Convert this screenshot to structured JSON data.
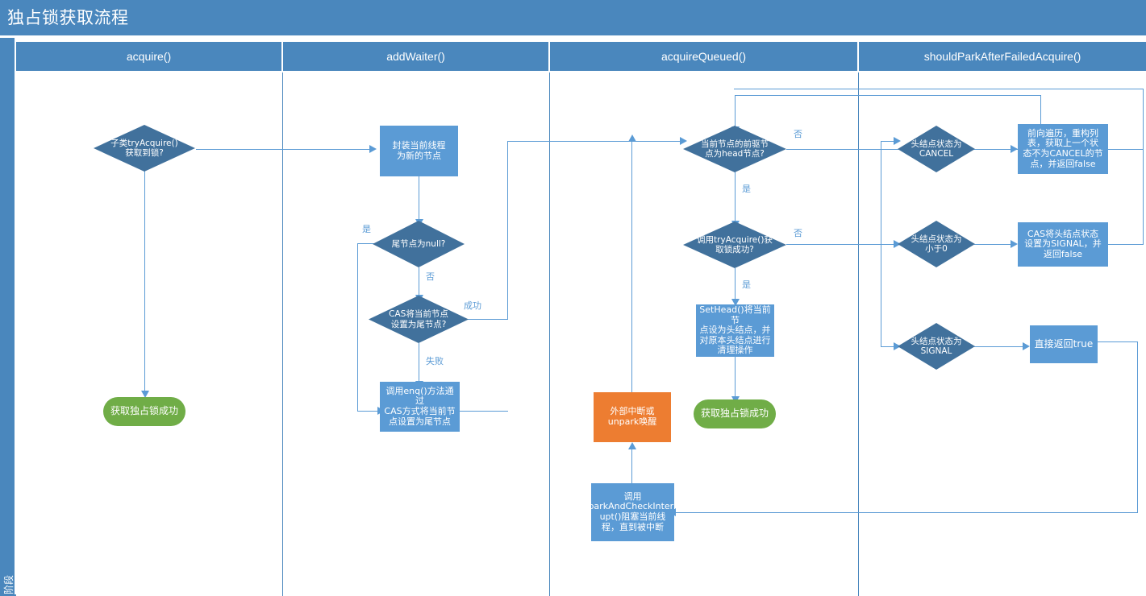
{
  "title": "独占锁获取流程",
  "lane_axis_label": "阶段",
  "lanes": [
    {
      "id": "acquire",
      "label": "acquire()"
    },
    {
      "id": "addwaiter",
      "label": "addWaiter()"
    },
    {
      "id": "acquirequeued",
      "label": "acquireQueued()"
    },
    {
      "id": "shouldpark",
      "label": "shouldParkAfterFailedAcquire()"
    }
  ],
  "colors": {
    "header_blue": "#4a87bd",
    "process_blue": "#5b9bd5",
    "decision_blue": "#41719c",
    "terminator_green": "#70ad47",
    "interrupt_orange": "#ed7d31",
    "connector_blue": "#5b9bd5"
  },
  "nodes": {
    "tryAcquireDecision": "子类tryAcquire()\n获取到锁?",
    "acquireSuccess1": "获取独占锁成功",
    "wrapThread": "封装当前线程\n为新的节点",
    "tailNullDecision": "尾节点为null?",
    "casTailDecision": "CAS将当前节点\n设置为尾节点?",
    "enqNode": "调用enq()方法通过\nCAS方式将当前节\n点设置为尾节点",
    "predIsHeadDecision": "当前节点的前驱节\n点为head节点?",
    "tryAcquireQueuedDecision": "调用tryAcquire()获\n取锁成功?",
    "setHead": "SetHead()将当前节\n点设为头结点，并\n对原本头结点进行\n清理操作",
    "acquireSuccess2": "获取独占锁成功",
    "interruptOrUnpark": "外部中断或\nunpark唤醒",
    "parkAndCheck": "调用\nparkAndCheckInterr\nupt()阻塞当前线\n程，直到被中断",
    "headCancelDecision": "头结点状态为\nCANCEL",
    "headLtZeroDecision": "头结点状态为\n小于0",
    "headSignalDecision": "头结点状态为\nSIGNAL",
    "rebuildList": "前向遍历，重构列\n表，获取上一个状\n态不为CANCEL的节\n点，并返回false",
    "casSignal": "CAS将头结点状态\n设置为SIGNAL，并\n返回false",
    "returnTrue": "直接返回true"
  },
  "edge_labels": {
    "tailNullYes": "是",
    "tailNullNo": "否",
    "casSuccess": "成功",
    "casFail": "失败",
    "predIsHeadNo": "否",
    "predIsHeadYes": "是",
    "tryAcquireNo": "否",
    "tryAcquireYes": "是"
  }
}
